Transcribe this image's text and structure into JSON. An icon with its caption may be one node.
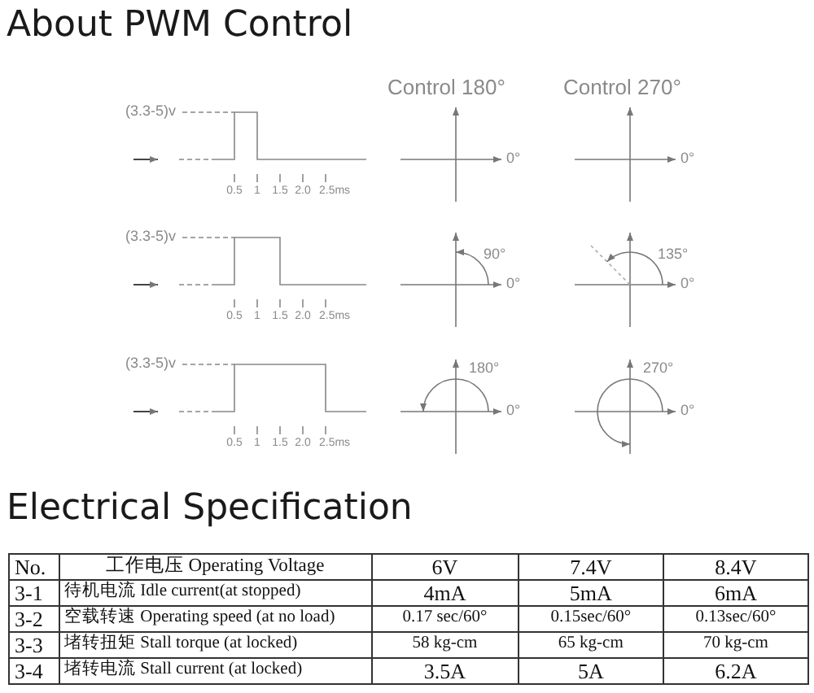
{
  "diagram": {
    "title": "About PWM Control",
    "labels": [
      "Control 180°",
      "Control 270°",
      "(3.3-5)v",
      "0°",
      "0°",
      "0.5",
      "1",
      "1.5",
      "2.0",
      "2.5ms",
      "(3.3-5)v",
      "90°",
      "0°",
      "135°",
      "0°",
      "0.5",
      "1",
      "1.5",
      "2.0",
      "2.5ms",
      "(3.3-5)v",
      "180°",
      "0°",
      "270°",
      "0°",
      "0.5",
      "1",
      "1.5",
      "2.0",
      "2.5ms",
      "Electrical Specification",
      "No.",
      "工作电压 Operating Voltage",
      "6V",
      "7.4V",
      "8.4V",
      "3-1",
      "待机电流 Idle current(at stopped)",
      "4mA",
      "5mA",
      "6mA",
      "3-2",
      "空载转速 Operating speed (at no load)",
      "0.17 sec/60°",
      "0.15sec/60°",
      "0.13sec/60°",
      "3-3",
      "堵转扭矩 Stall torque (at locked)",
      "58 kg-cm",
      "65 kg-cm",
      "70 kg-cm",
      "3-4",
      "堵转电流 Stall current (at locked)",
      "3.5A",
      "5A",
      "6.2A"
    ]
  }
}
